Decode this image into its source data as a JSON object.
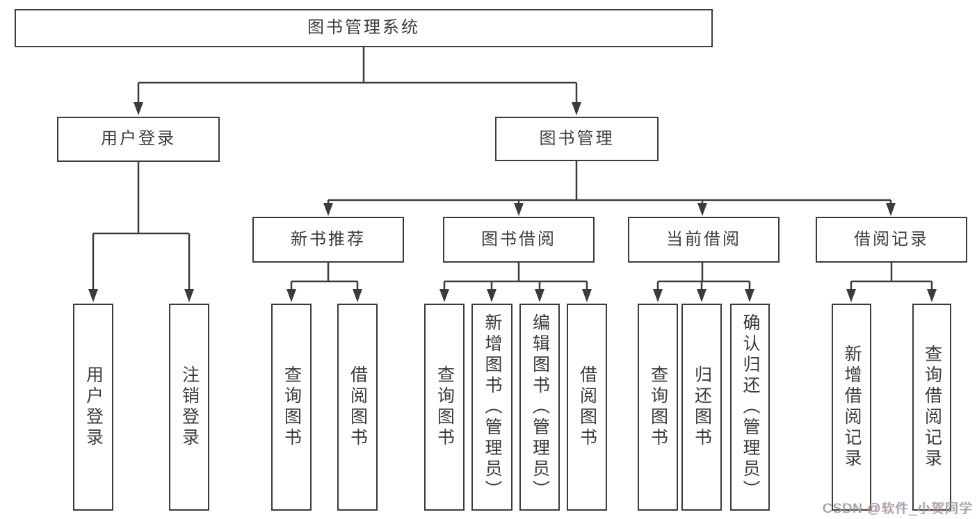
{
  "colors": {
    "line": "#3b3b3b",
    "text": "#3b3b3b",
    "background": "#ffffff",
    "watermark": "#9f9f9f"
  },
  "root": {
    "label": "图书管理系统"
  },
  "level2": [
    {
      "label": "用户登录"
    },
    {
      "label": "图书管理"
    }
  ],
  "level3": [
    {
      "label": "新书推荐"
    },
    {
      "label": "图书借阅"
    },
    {
      "label": "当前借阅"
    },
    {
      "label": "借阅记录"
    }
  ],
  "leaves": [
    {
      "label": "用户登录"
    },
    {
      "label": "注销登录"
    },
    {
      "label": "查询图书"
    },
    {
      "label": "借阅图书"
    },
    {
      "label": "查询图书"
    },
    {
      "label": "新增图书（管理员）"
    },
    {
      "label": "编辑图书（管理员）"
    },
    {
      "label": "借阅图书"
    },
    {
      "label": "查询图书"
    },
    {
      "label": "归还图书"
    },
    {
      "label": "确认归还（管理员）"
    },
    {
      "label": "新增借阅记录"
    },
    {
      "label": "查询借阅记录"
    }
  ],
  "watermark": "CSDN @软件_小贺同学"
}
